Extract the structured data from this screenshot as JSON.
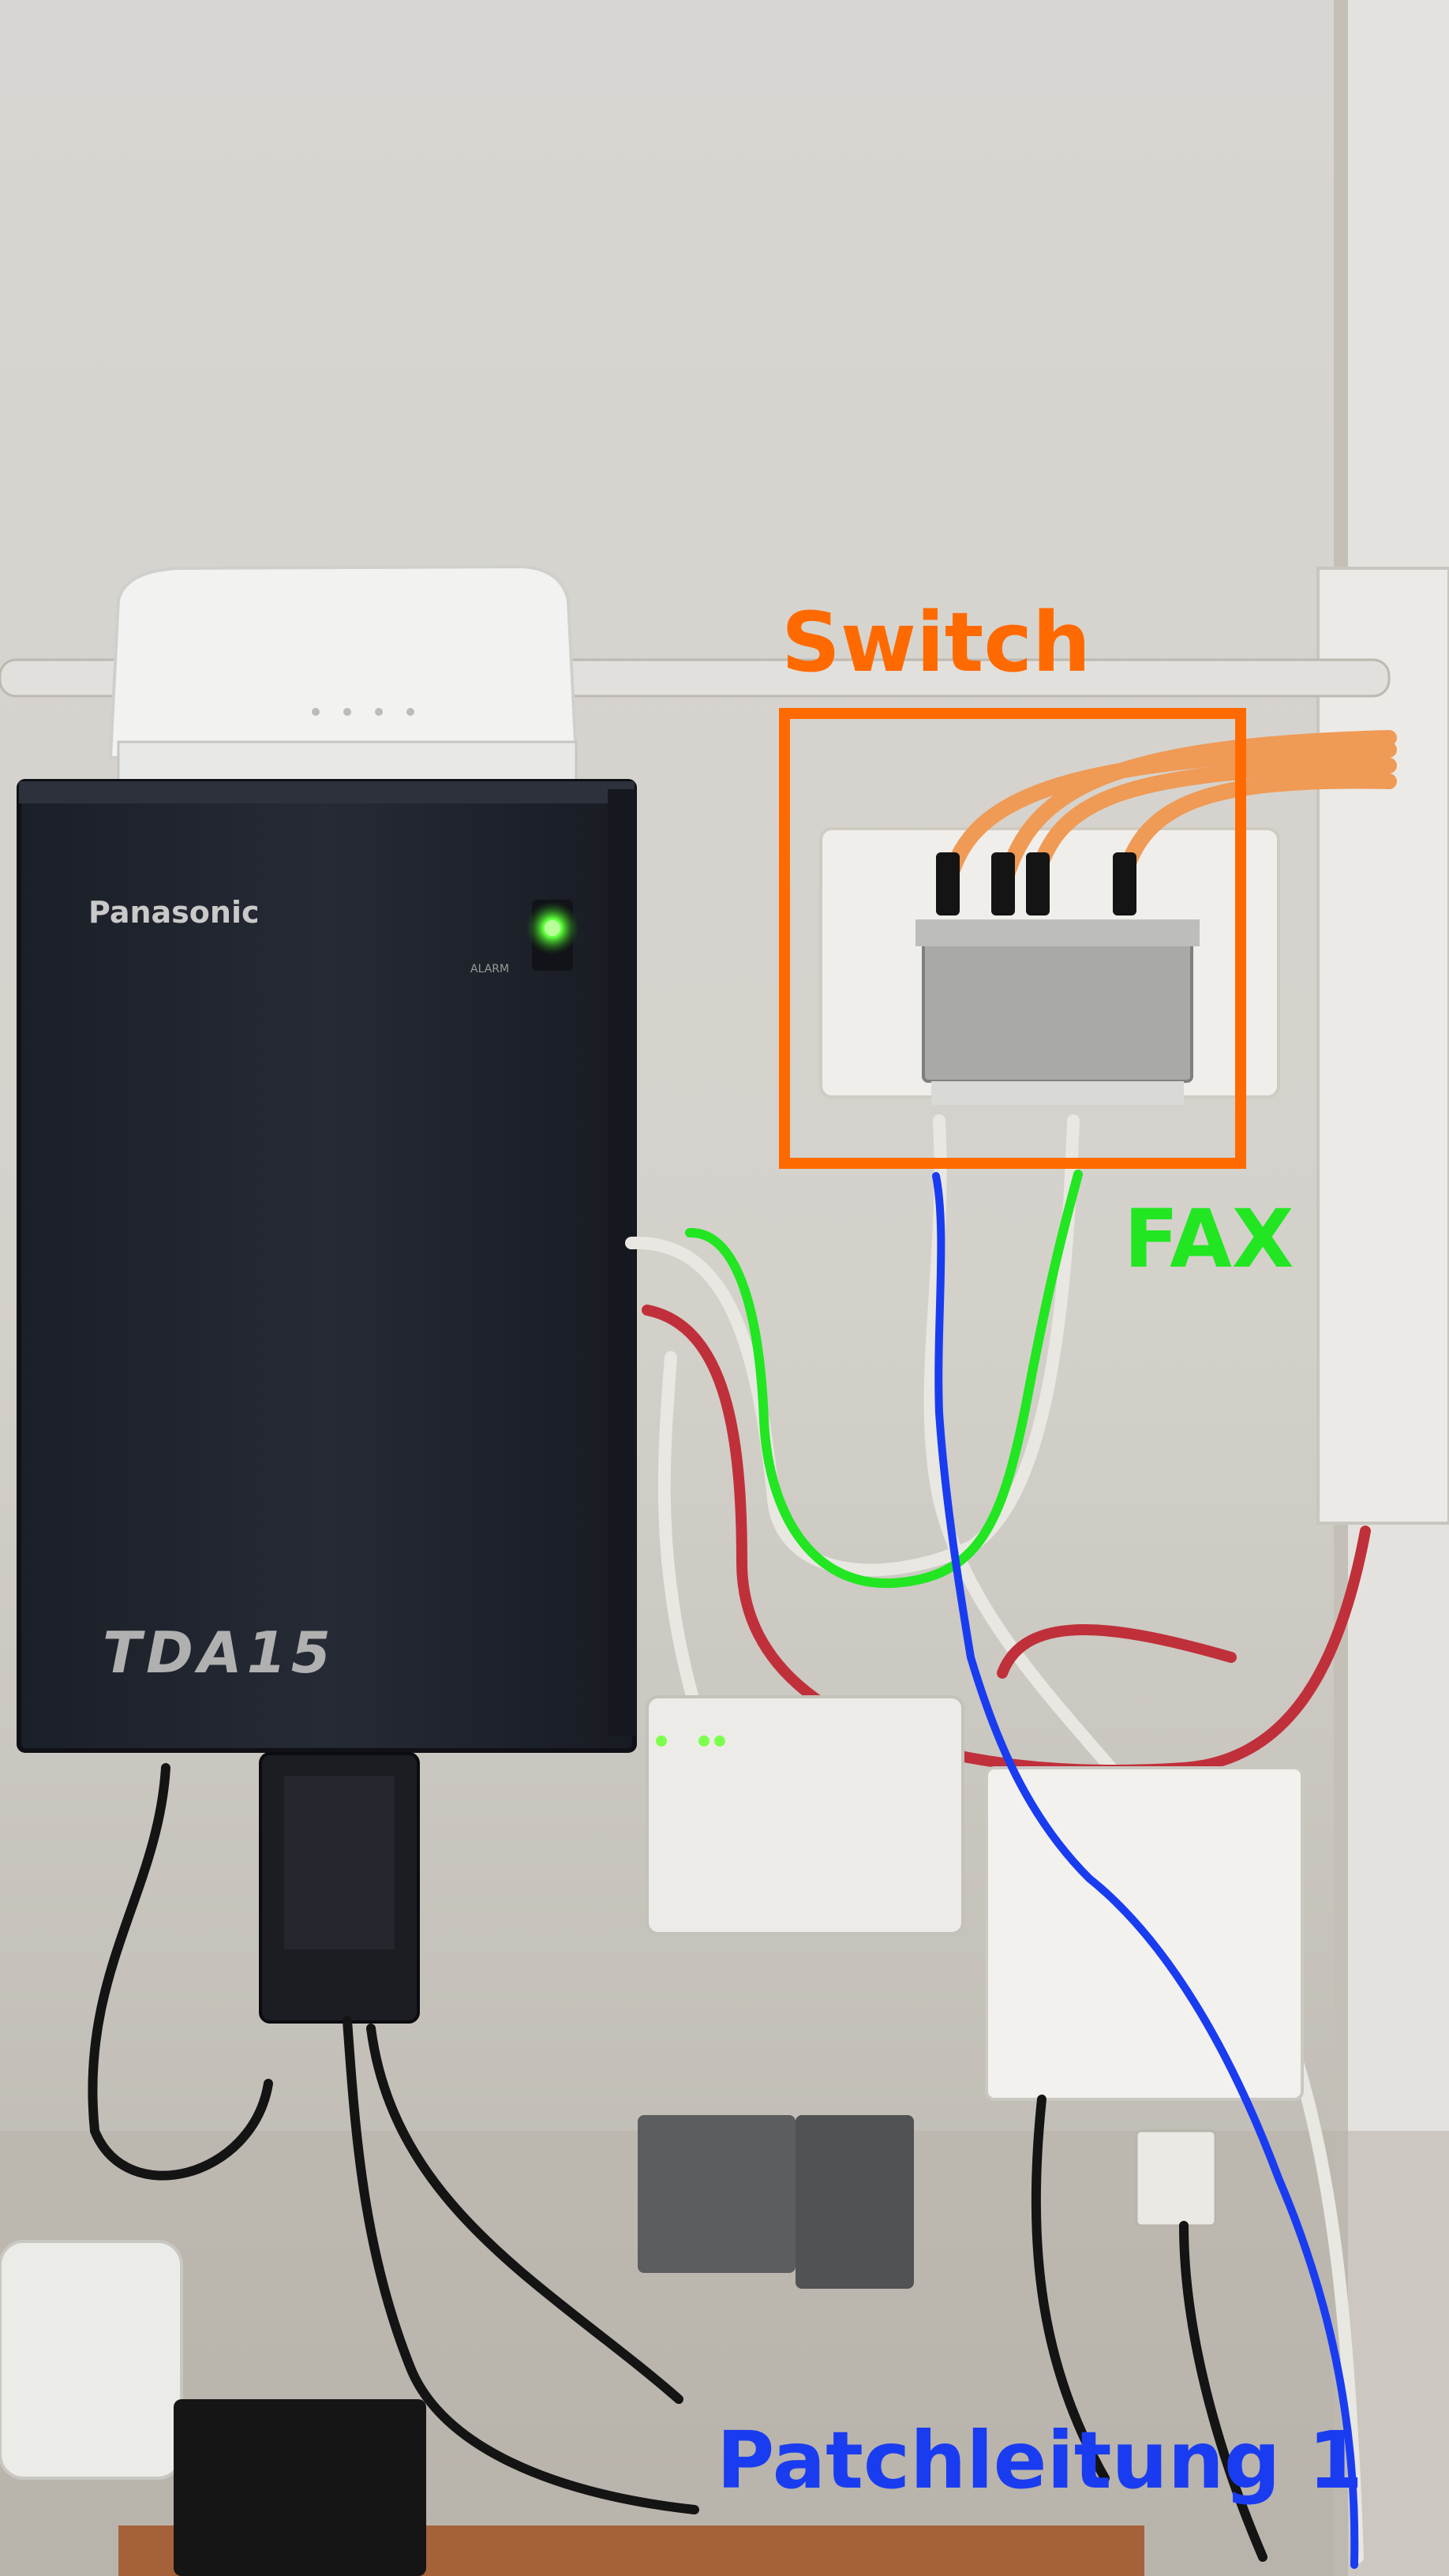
{
  "annotations": {
    "switch_label": "Switch",
    "fax_label": "FAX",
    "patch_label": "Patchleitung 1"
  },
  "device": {
    "brand": "Panasonic",
    "model": "TDA15",
    "status_text": "ALARM"
  },
  "colors": {
    "switch_annotation": "#ff6a00",
    "fax_annotation": "#22e622",
    "patch_annotation": "#1a3cf0",
    "wall": "#d9d6cf",
    "pbx_body": "#1f2430"
  },
  "icons": [
    "status-led-icon"
  ]
}
